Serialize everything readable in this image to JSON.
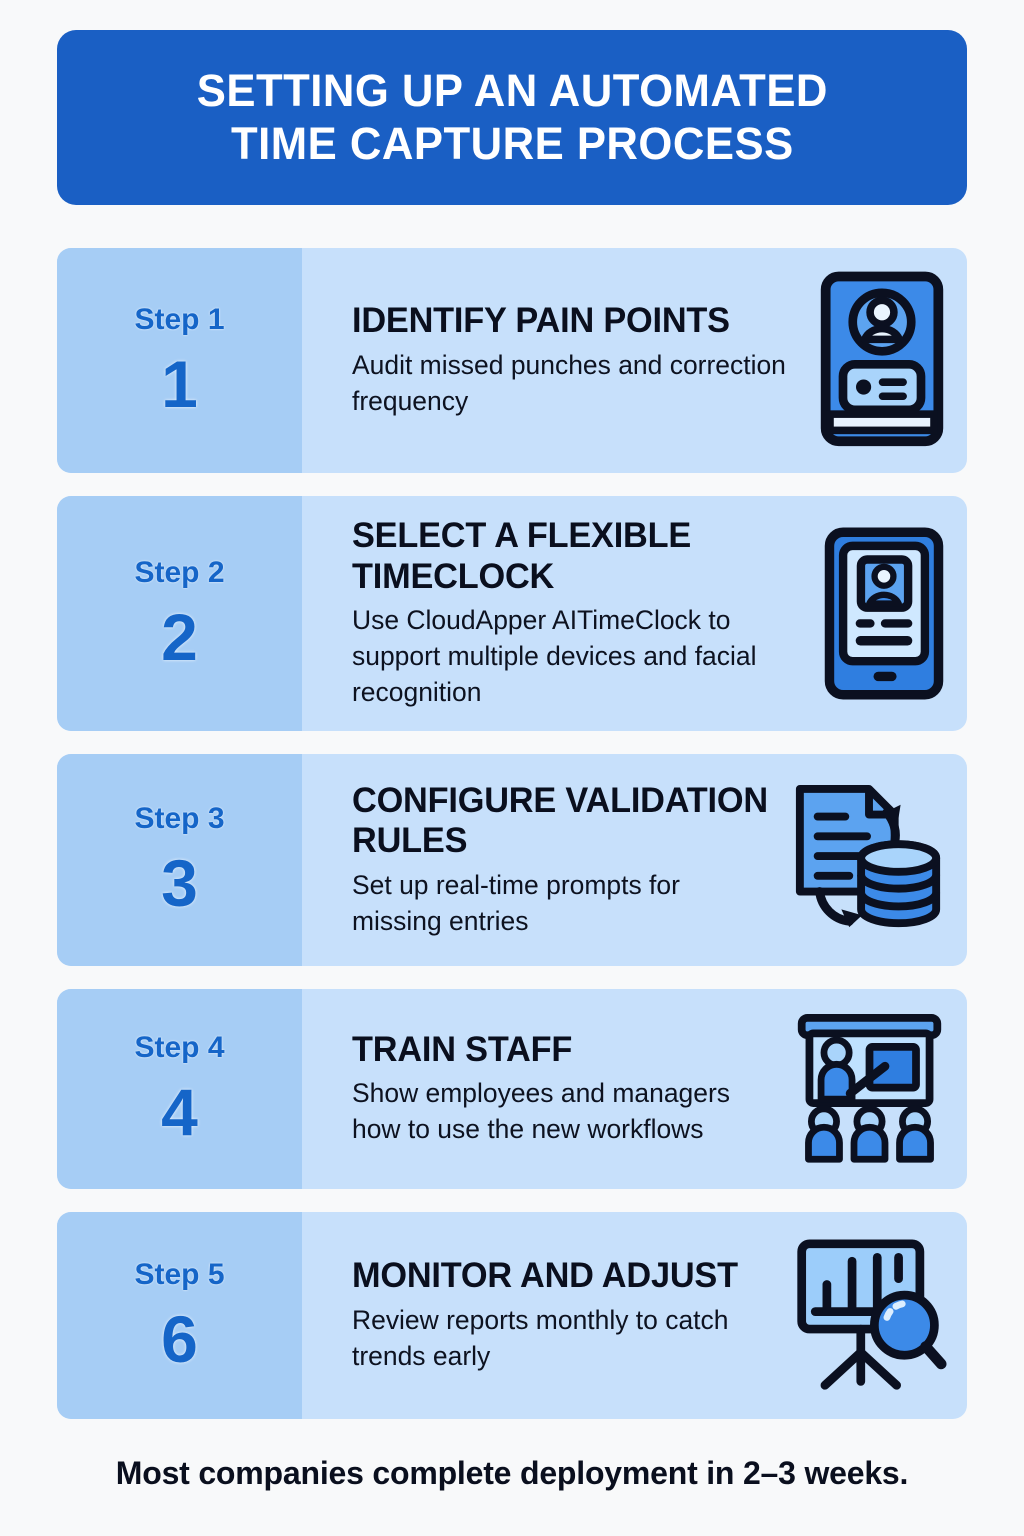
{
  "title": {
    "line1": "SETTING UP AN AUTOMATED",
    "line2": "TIME CAPTURE PROCESS"
  },
  "colors": {
    "background": "#f8f9fa",
    "banner": "#1a5fc4",
    "banner_text": "#ffffff",
    "row_left_panel": "#a6cdf5",
    "row_right_panel": "#c7e0fb",
    "step_accent": "#1565c8",
    "heading_text": "#0a0f1e",
    "icon_outline": "#0b1020",
    "icon_blue_dark": "#2f7ee0",
    "icon_blue_mid": "#5ca3f0",
    "icon_blue_light": "#a9d4fb"
  },
  "steps": [
    {
      "label": "Step 1",
      "number": "1",
      "heading": "IDENTIFY PAIN POINTS",
      "description": "Audit missed punches and correction frequency",
      "icon": "timeclock-kiosk-icon"
    },
    {
      "label": "Step 2",
      "number": "2",
      "heading": "SELECT A FLEXIBLE TIMECLOCK",
      "description": "Use CloudApper AITimeClock to support multiple devices and facial recognition",
      "icon": "tablet-face-recognition-icon"
    },
    {
      "label": "Step 3",
      "number": "3",
      "heading": "CONFIGURE VALIDATION RULES",
      "description": "Set up real-time prompts for missing entries",
      "icon": "document-database-sync-icon"
    },
    {
      "label": "Step 4",
      "number": "4",
      "heading": "TRAIN STAFF",
      "description": "Show employees and managers how to use the new workflows",
      "icon": "presentation-training-icon"
    },
    {
      "label": "Step 5",
      "number": "6",
      "heading": "MONITOR AND ADJUST",
      "description": "Review reports monthly to catch trends early",
      "icon": "chart-easel-magnifier-icon"
    }
  ],
  "footer": {
    "text": "Most companies complete deployment in 2–3 weeks."
  }
}
